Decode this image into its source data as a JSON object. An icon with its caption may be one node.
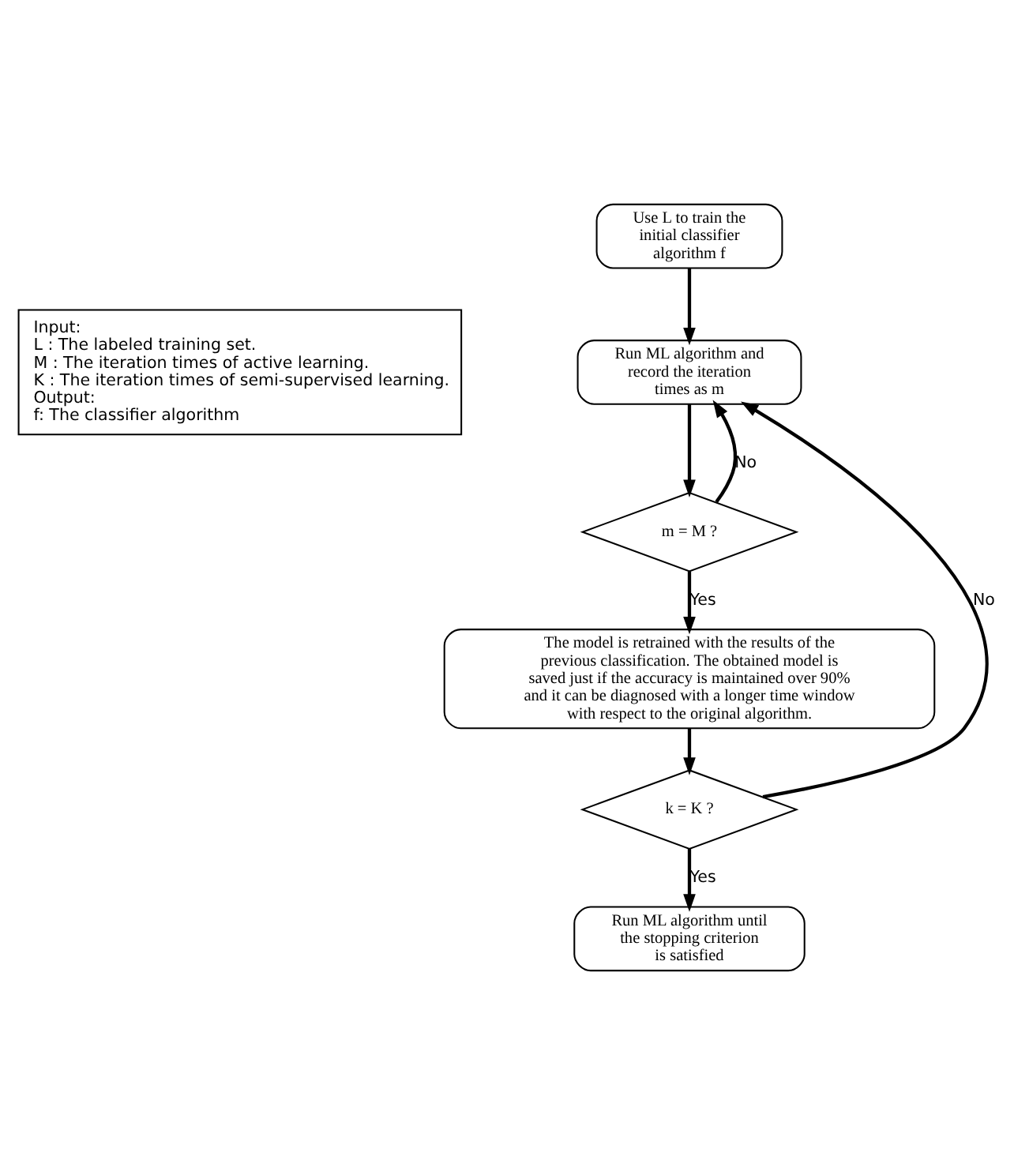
{
  "diagram": {
    "nodes": [
      {
        "text": [
          "Input:",
          "L : The labeled training set.",
          "M : The iteration times of active learning.",
          "K : The iteration times of semi-supervised learning.",
          "Output:",
          "f: The classifier algorithm"
        ]
      },
      {
        "text": [
          "Use L to train the initial classifier algorithm f"
        ]
      },
      {
        "text": [
          "Run ML algorithm and record the iteration times as m"
        ]
      },
      {
        "text": [
          "m = M ?"
        ]
      },
      {
        "text": [
          "The model is retrained with the results of the previous classification. The obtained model is saved just if the accuracy is maintained over 90% and it can be diagnosed with a longer time window with respect to the original algorithm."
        ]
      },
      {
        "text": [
          "k = K ?"
        ]
      },
      {
        "text": [
          "Run ML algorithm until the stopping criterion is satisfied"
        ]
      }
    ],
    "edges": [
      {
        "from": 1,
        "to": 2,
        "arrow": "to"
      },
      {
        "from": 2,
        "to": 3,
        "arrow": "to"
      },
      {
        "from": 3,
        "to": 4,
        "arrow": "to",
        "label": "Yes"
      },
      {
        "from": 3,
        "to": 2,
        "arrow": "to",
        "label": "No"
      },
      {
        "from": 4,
        "to": 5,
        "arrow": "to"
      },
      {
        "from": 5,
        "to": 6,
        "arrow": "to",
        "label": "Yes"
      },
      {
        "from": 5,
        "to": 2,
        "arrow": "to",
        "label": "No"
      }
    ]
  }
}
